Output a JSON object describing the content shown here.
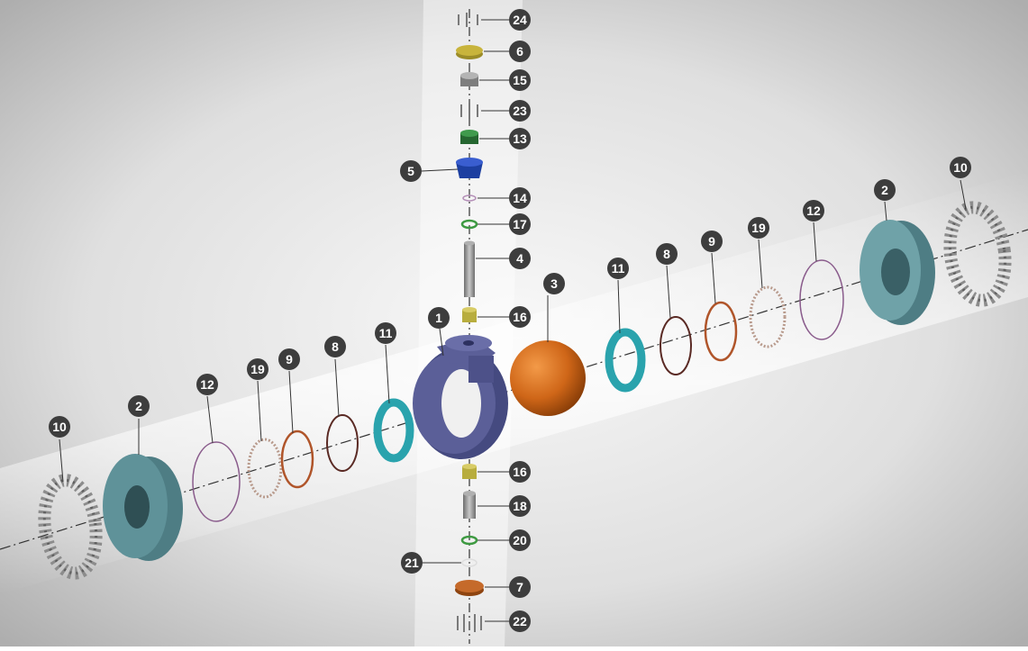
{
  "diagram": {
    "kind": "exploded view",
    "axis_style": "dash-dot",
    "background": {
      "base": "#e6e6e6",
      "shadow": "#9a9a9a"
    }
  },
  "parts": {
    "1": {
      "name": "body",
      "color": "#565a92"
    },
    "2": {
      "name": "end-flange",
      "color": "#5a8c93"
    },
    "3": {
      "name": "ball",
      "color": "#cf6618"
    },
    "4": {
      "name": "stem",
      "color": "#8a8a8a"
    },
    "5": {
      "name": "handle-adapter",
      "color": "#1d3fa0"
    },
    "6": {
      "name": "top-disc",
      "color": "#c8b43c"
    },
    "7": {
      "name": "bottom-cover",
      "color": "#c56a2a"
    },
    "8": {
      "name": "ring",
      "color": "#5a2a24"
    },
    "9": {
      "name": "ring",
      "color": "#b0552a"
    },
    "10": {
      "name": "bolt-set",
      "color": "#8c8c8c"
    },
    "11": {
      "name": "seat-ring",
      "color": "#2aa3ad"
    },
    "12": {
      "name": "gasket",
      "color": "#8a5c8c"
    },
    "13": {
      "name": "gland",
      "color": "#2f7a3a"
    },
    "14": {
      "name": "washer",
      "color": "#b590b8"
    },
    "15": {
      "name": "nut",
      "color": "#9a9a9a"
    },
    "16": {
      "name": "bushing",
      "color": "#b8ad3e"
    },
    "17": {
      "name": "o-ring",
      "color": "#3e9a42"
    },
    "18": {
      "name": "lower-stem",
      "color": "#8f8f8f"
    },
    "19": {
      "name": "spring-ring",
      "color": "#b89a8c"
    },
    "20": {
      "name": "o-ring",
      "color": "#3e9a42"
    },
    "21": {
      "name": "washer",
      "color": "#ffffff"
    },
    "22": {
      "name": "bolts",
      "color": "#8a8a8a"
    },
    "23": {
      "name": "screws",
      "color": "#8a8a8a"
    },
    "24": {
      "name": "screws",
      "color": "#8a8a8a"
    }
  },
  "callouts": {
    "c24": "24",
    "c6": "6",
    "c15": "15",
    "c23": "23",
    "c13": "13",
    "c5": "5",
    "c14": "14",
    "c17": "17",
    "c4": "4",
    "c16a": "16",
    "c3": "3",
    "c1": "1",
    "c16b": "16",
    "c18": "18",
    "c20": "20",
    "c21": "21",
    "c7": "7",
    "c22": "22",
    "l10": "10",
    "l2": "2",
    "l12": "12",
    "l19": "19",
    "l9": "9",
    "l8": "8",
    "l11": "11",
    "r11": "11",
    "r8": "8",
    "r9": "9",
    "r19": "19",
    "r12": "12",
    "r2": "2",
    "r10": "10"
  }
}
